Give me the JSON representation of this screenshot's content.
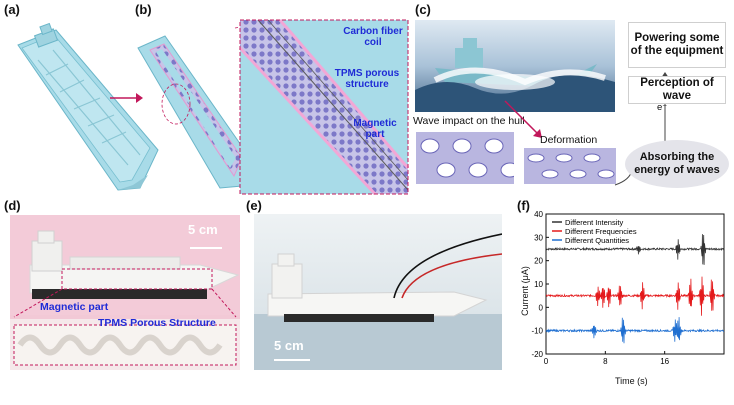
{
  "panels": {
    "a": {
      "label": "(a)"
    },
    "b": {
      "label": "(b)",
      "callouts": [
        "Carbon fiber coil",
        "TPMS porous structure",
        "Magnetic part"
      ]
    },
    "c": {
      "label": "(c)",
      "wave_impact": "Wave impact on the hull",
      "deformation": "Deformation",
      "flow": [
        "Powering some of the equipment",
        "Perception of wave",
        "Absorbing the energy of waves"
      ],
      "electron": "e⁻"
    },
    "d": {
      "label": "(d)",
      "scale": "5 cm",
      "magnetic": "Magnetic part",
      "tpms": "TPMS Porous Structure"
    },
    "e": {
      "label": "(e)",
      "scale": "5 cm"
    },
    "f": {
      "label": "(f)"
    }
  },
  "chart_data": {
    "type": "line",
    "xlabel": "Time (s)",
    "ylabel": "Current (μA)",
    "xlim": [
      0,
      24
    ],
    "ylim": [
      -20,
      40
    ],
    "xticks": [
      0,
      8,
      16
    ],
    "yticks": [
      -20,
      -10,
      0,
      10,
      20,
      30,
      40
    ],
    "legend": "top-left",
    "series": [
      {
        "name": "Different Intensity",
        "color": "#333333",
        "baseline": 25,
        "spikes": [
          [
            12.5,
            2.5
          ],
          [
            17.8,
            5
          ],
          [
            21.2,
            10
          ]
        ]
      },
      {
        "name": "Different Frequencies",
        "color": "#e41a1c",
        "baseline": 5,
        "spikes": [
          [
            7.0,
            5
          ],
          [
            7.7,
            6
          ],
          [
            8.5,
            6
          ],
          [
            10.0,
            6
          ],
          [
            13.0,
            7
          ],
          [
            17.8,
            7
          ],
          [
            19.5,
            8
          ],
          [
            21.0,
            10
          ],
          [
            22.4,
            10
          ]
        ]
      },
      {
        "name": "Different Quantities",
        "color": "#1f6fd1",
        "baseline": -10,
        "spikes": [
          [
            6.5,
            4
          ],
          [
            10.4,
            8
          ],
          [
            17.4,
            6
          ],
          [
            17.9,
            7
          ]
        ]
      }
    ]
  }
}
